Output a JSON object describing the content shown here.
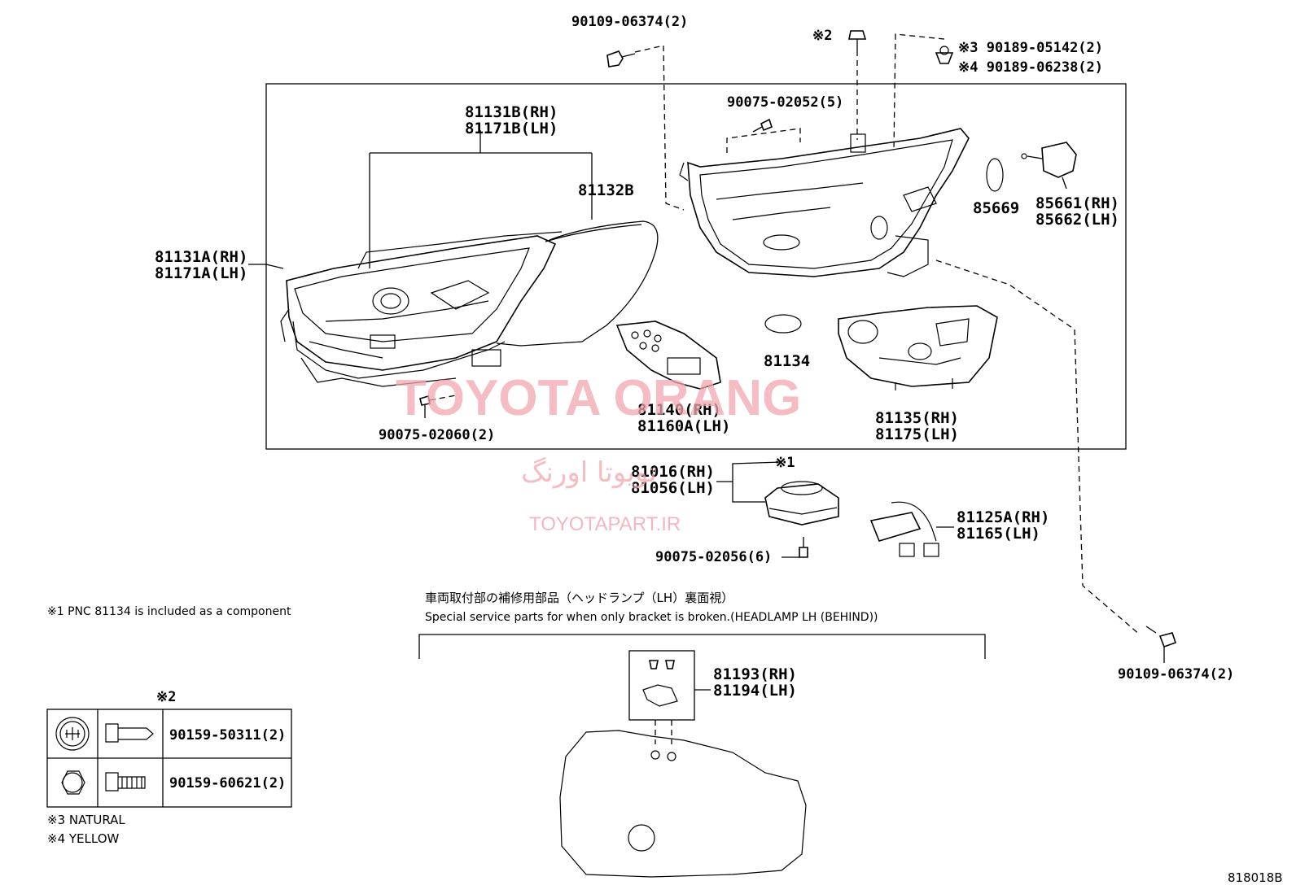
{
  "labels": {
    "bolt_top_left": "90109-06374(2)",
    "note2_mark_top": "※2",
    "clip_note3": "※3 90189-05142(2)",
    "clip_note4": "※4 90189-06238(2)",
    "screw_top": "90075-02052(5)",
    "lens_rh": "81131B(RH)",
    "lens_lh": "81171B(LH)",
    "wire": "81132B",
    "assy_rh": "81131A(RH)",
    "assy_lh": "81171A(LH)",
    "gasket": "85669",
    "actuator_rh": "85661(RH)",
    "actuator_lh": "85662(LH)",
    "ring": "81134",
    "bracket_rh": "81140(RH)",
    "bracket_lh": "81160A(LH)",
    "screw_left": "90075-02060(2)",
    "unit_rh": "81135(RH)",
    "unit_lh": "81175(LH)",
    "note1_mark": "※1",
    "computer_rh": "81016(RH)",
    "computer_lh": "81056(LH)",
    "screw_computer": "90075-02056(6)",
    "harness_rh": "81125A(RH)",
    "harness_lh": "81165(LH)",
    "special_jp": "車両取付部の補修用部品（ヘッドランプ（LH）裏面視）",
    "special_en": "Special service parts for when only bracket is broken.(HEADLAMP LH (BEHIND))",
    "repair_rh": "81193(RH)",
    "repair_lh": "81194(LH)",
    "bolt_right": "90109-06374(2)",
    "note1_text": "※1 PNC 81134 is included as a component",
    "table_note_mark": "※2",
    "table_row1_part": "90159-50311(2)",
    "table_row2_part": "90159-60621(2)",
    "note3_text": "※3  NATURAL",
    "note4_text": "※4  YELLOW",
    "figure_code": "818018B"
  },
  "watermark": {
    "main": "TOYOTA ORANG",
    "persian": "تویوتا اورنگ",
    "site": "TOYOTAPART.IR",
    "color": "#f2a6b0"
  },
  "icons": [
    "bolt-icon",
    "clip-icon",
    "screw-icon",
    "phillips-head-icon",
    "hex-head-icon"
  ]
}
